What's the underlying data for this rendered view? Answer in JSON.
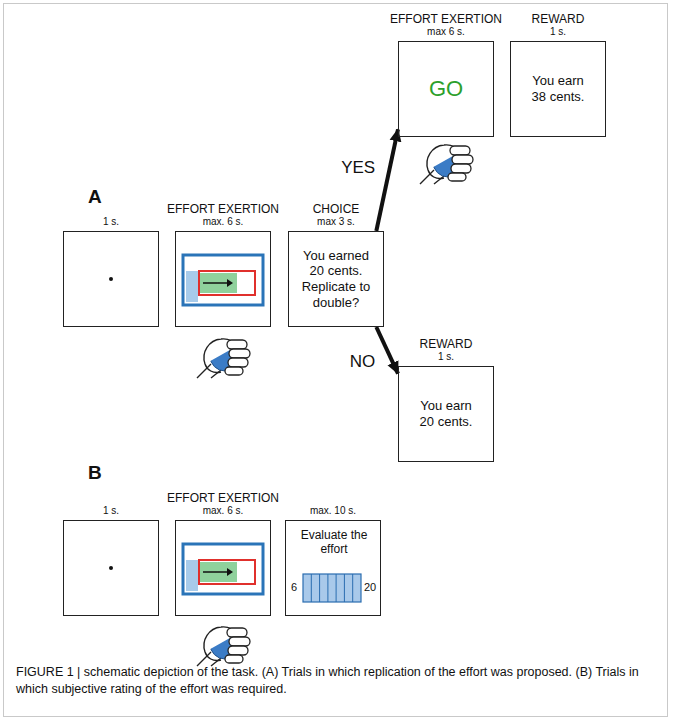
{
  "diagram": {
    "nodes": [
      {
        "text": [
          "1 s."
        ]
      },
      {
        "text": [
          "EFFORT EXERTION",
          "max. 6 s."
        ]
      },
      {
        "text": [
          "CHOICE",
          "max 3 s.",
          "You earned 20 cents. Replicate to double?"
        ]
      },
      {
        "text": [
          "EFFORT EXERTION",
          "max 6 s.",
          "GO"
        ]
      },
      {
        "text": [
          "REWARD",
          "1 s.",
          "You earn 38 cents."
        ]
      },
      {
        "text": [
          "REWARD",
          "1 s.",
          "You earn 20 cents."
        ]
      },
      {
        "text": [
          "1 s."
        ]
      },
      {
        "text": [
          "EFFORT EXERTION",
          "max. 6 s."
        ]
      },
      {
        "text": [
          "max. 10 s.",
          "Evaluate the effort",
          "6",
          "20"
        ]
      }
    ],
    "edges": [
      {
        "from": 2,
        "to": 3,
        "arrow": "to",
        "label": "YES"
      },
      {
        "from": 2,
        "to": 5,
        "arrow": "to",
        "label": "NO"
      }
    ],
    "labels": [
      "A",
      "B"
    ],
    "caption": "FIGURE 1 | schematic depiction of the task. (A) Trials in which replication of the effort was proposed. (B) Trials in which subjective rating of the effort was required."
  }
}
